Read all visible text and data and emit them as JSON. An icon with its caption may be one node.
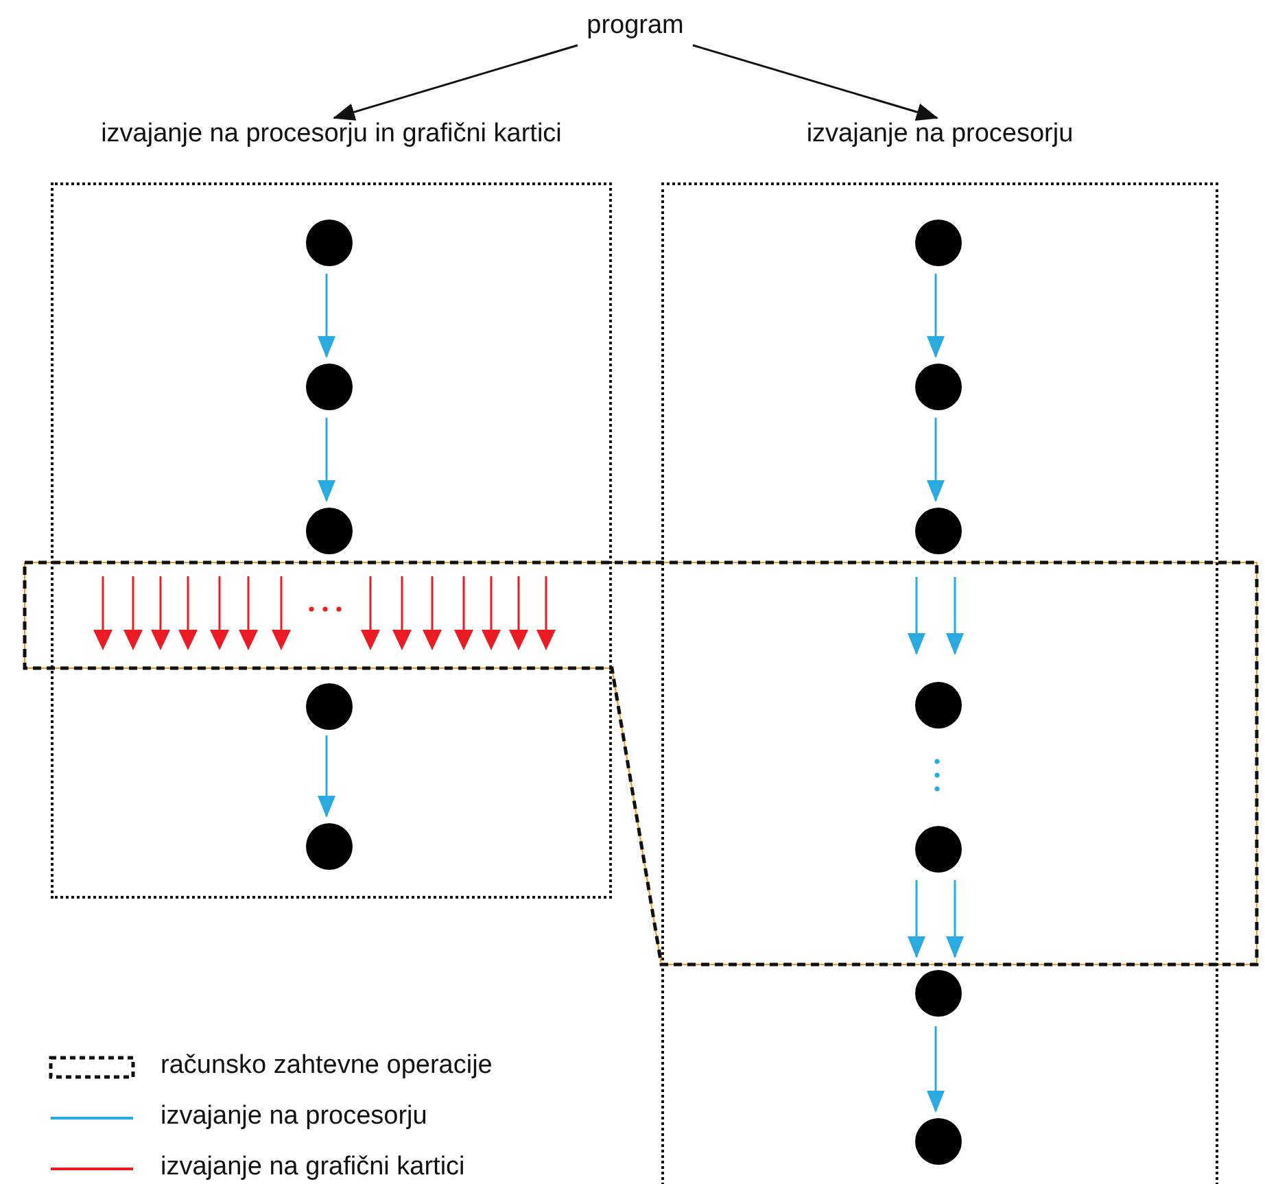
{
  "diagram": {
    "nodes": [
      {
        "text": [
          "program"
        ]
      },
      {
        "text": [
          "izvajanje na procesorju in grafični kartici"
        ]
      },
      {
        "text": [
          "izvajanje na procesorju"
        ]
      },
      {
        "text": [],
        "shape": "circle",
        "in": 1
      },
      {
        "text": [],
        "shape": "circle",
        "in": 1
      },
      {
        "text": [],
        "shape": "circle",
        "in": 1
      },
      {
        "text": [],
        "shape": "circle",
        "in": 1
      },
      {
        "text": [],
        "shape": "circle",
        "in": 1
      },
      {
        "text": [],
        "shape": "circle",
        "in": 2
      },
      {
        "text": [],
        "shape": "circle",
        "in": 2
      },
      {
        "text": [],
        "shape": "circle",
        "in": 2
      },
      {
        "text": [],
        "shape": "circle",
        "in": 2
      },
      {
        "text": [],
        "shape": "circle",
        "in": 2
      },
      {
        "text": [],
        "shape": "circle",
        "in": 2
      },
      {
        "text": [],
        "shape": "circle",
        "in": 2
      }
    ],
    "edges": [
      {
        "from": 0,
        "to": 1,
        "arrow": "to",
        "color": "#111111"
      },
      {
        "from": 0,
        "to": 2,
        "arrow": "to",
        "color": "#111111"
      },
      {
        "from": 3,
        "to": 4,
        "arrow": "to",
        "color": "#29abe2"
      },
      {
        "from": 4,
        "to": 5,
        "arrow": "to",
        "color": "#29abe2"
      },
      {
        "from": 6,
        "to": 7,
        "arrow": "to",
        "color": "#29abe2"
      },
      {
        "from": 8,
        "to": 9,
        "arrow": "to",
        "color": "#29abe2"
      },
      {
        "from": 9,
        "to": 10,
        "arrow": "to",
        "color": "#29abe2"
      },
      {
        "from": 10,
        "to": 11,
        "arrow": "to",
        "color": "#29abe2"
      },
      {
        "from": 10,
        "to": 11,
        "arrow": "to",
        "color": "#29abe2"
      },
      {
        "from": 12,
        "to": 13,
        "arrow": "to",
        "color": "#29abe2"
      },
      {
        "from": 12,
        "to": 13,
        "arrow": "to",
        "color": "#29abe2"
      },
      {
        "from": 13,
        "to": 14,
        "arrow": "to",
        "color": "#29abe2"
      }
    ],
    "legend": [
      {
        "text": "računsko zahtevne operacije"
      },
      {
        "text": "izvajanje na procesorju",
        "color": "#29abe2"
      },
      {
        "text": "izvajanje na grafični kartici",
        "color": "#ed1c24"
      }
    ]
  }
}
